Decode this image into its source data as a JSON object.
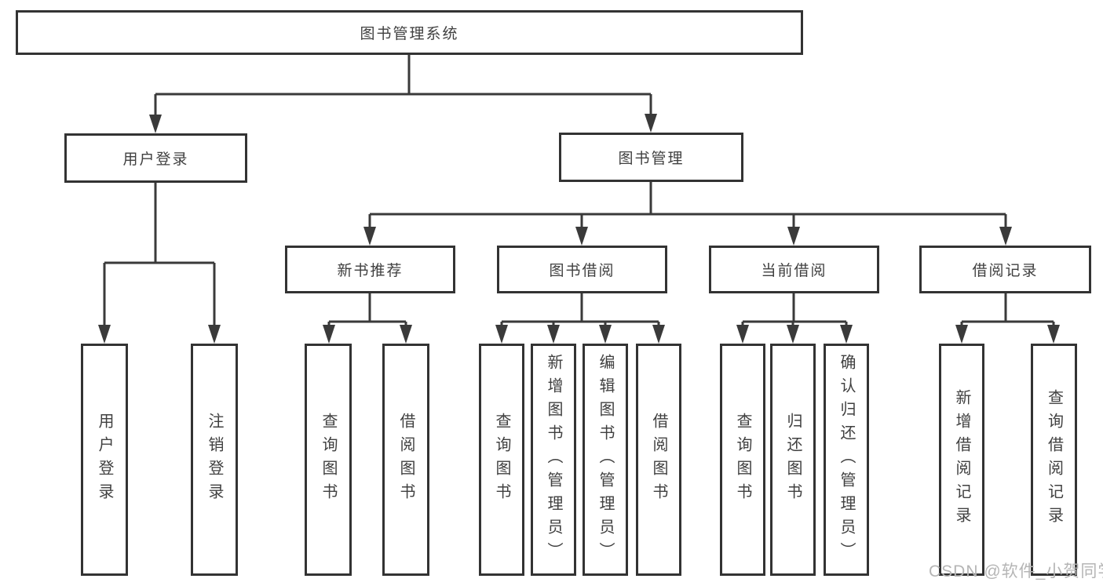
{
  "tree": {
    "label": "图书管理系统",
    "children": [
      {
        "label": "用户登录",
        "children": [
          {
            "label": "用户登录"
          },
          {
            "label": "注销登录"
          }
        ]
      },
      {
        "label": "图书管理",
        "children": [
          {
            "label": "新书推荐",
            "children": [
              {
                "label": "查询图书"
              },
              {
                "label": "借阅图书"
              }
            ]
          },
          {
            "label": "图书借阅",
            "children": [
              {
                "label": "查询图书"
              },
              {
                "label": "新增图书（管理员）"
              },
              {
                "label": "编辑图书（管理员）"
              },
              {
                "label": "借阅图书"
              }
            ]
          },
          {
            "label": "当前借阅",
            "children": [
              {
                "label": "查询图书"
              },
              {
                "label": "归还图书"
              },
              {
                "label": "确认归还（管理员）"
              }
            ]
          },
          {
            "label": "借阅记录",
            "children": [
              {
                "label": "新增借阅记录"
              },
              {
                "label": "查询借阅记录"
              }
            ]
          }
        ]
      }
    ]
  },
  "watermark": "CSDN @软件_小贺同学",
  "colors": {
    "border": "#333333",
    "line": "#3a3a3a",
    "text": "#404040",
    "watermark": "#b5b5b5",
    "background": "#ffffff"
  }
}
